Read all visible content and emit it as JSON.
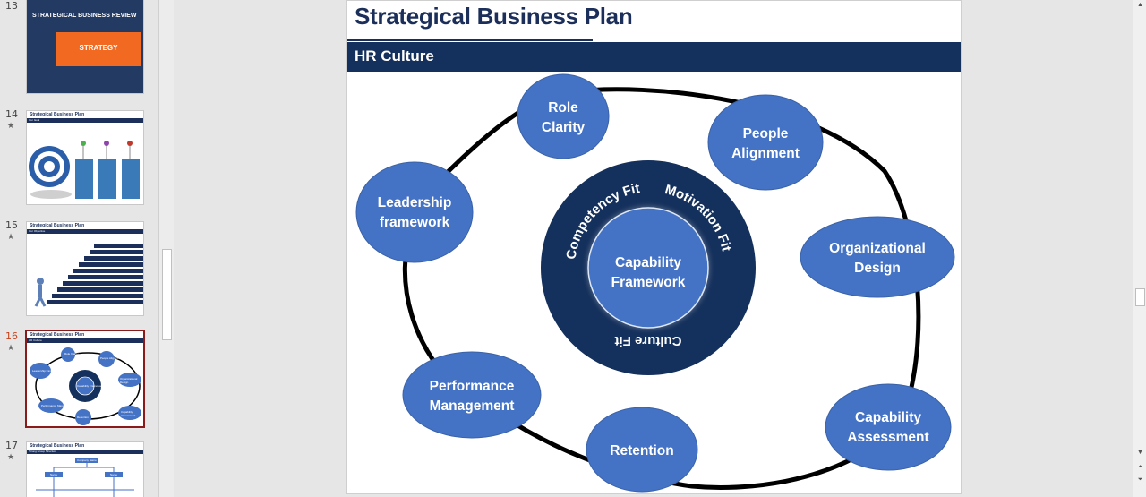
{
  "thumbnails": [
    {
      "number": "13",
      "title": "STRATEGICAL BUSINESS REVIEW",
      "badge": "STRATEGY",
      "starred": false
    },
    {
      "number": "14",
      "title": "Strategical Business Plan",
      "section": "Our Goal",
      "starred": true
    },
    {
      "number": "15",
      "title": "Strategical Business Plan",
      "section": "Our Objective",
      "starred": true
    },
    {
      "number": "16",
      "title": "Strategical Business Plan",
      "section": "HR Culture",
      "starred": true,
      "selected": true,
      "nodes": [
        "Role Clarity",
        "People Alignment",
        "Organizational Design",
        "Capability Assessment",
        "Retention",
        "Performance Management",
        "Leadership framework",
        "Capability Framework"
      ]
    },
    {
      "number": "17",
      "title": "Strategical Business Plan",
      "section": "Strong Group Structure",
      "starred": true,
      "boxes": [
        "Company Name",
        "Name",
        "Name"
      ]
    }
  ],
  "slide": {
    "title": "Strategical Business Plan",
    "section": "HR Culture",
    "center": {
      "line1": "Capability",
      "line2": "Framework"
    },
    "ring_labels": {
      "left": "Competency Fit",
      "right": "Motivation Fit",
      "bottom": "Culture Fit"
    },
    "nodes": [
      {
        "id": "role-clarity",
        "line1": "Role",
        "line2": "Clarity"
      },
      {
        "id": "people-alignment",
        "line1": "People",
        "line2": "Alignment"
      },
      {
        "id": "organizational-design",
        "line1": "Organizational",
        "line2": "Design"
      },
      {
        "id": "capability-assessment",
        "line1": "Capability",
        "line2": "Assessment"
      },
      {
        "id": "retention",
        "line1": "Retention",
        "line2": ""
      },
      {
        "id": "performance-management",
        "line1": "Performance",
        "line2": "Management"
      },
      {
        "id": "leadership-framework",
        "line1": "Leadership",
        "line2": "framework"
      }
    ]
  },
  "colors": {
    "navy": "#14305c",
    "node_blue": "#4472c4",
    "node_border": "#3a62a8",
    "accent_orange": "#f26a21",
    "selection": "#8b1a1a"
  }
}
